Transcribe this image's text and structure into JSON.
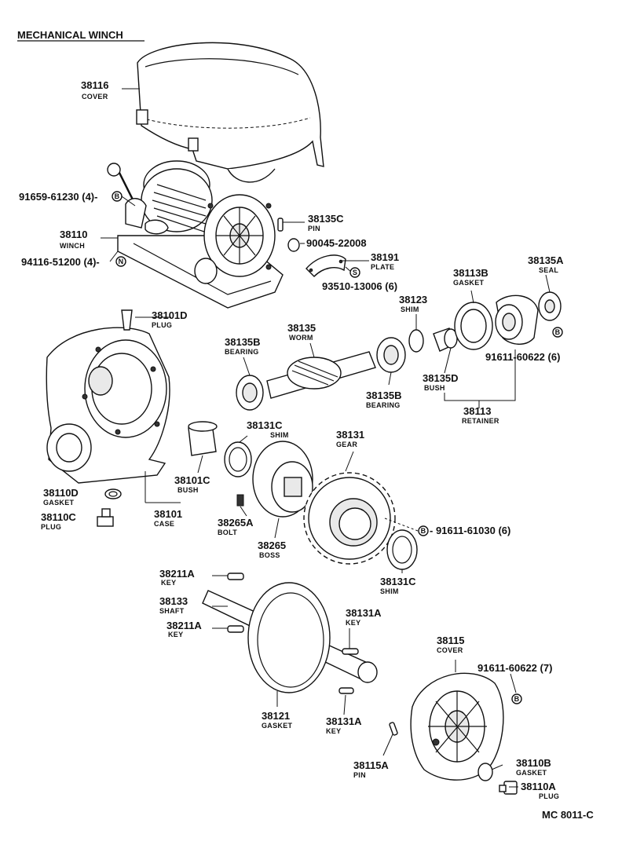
{
  "title": "MECHANICAL WINCH",
  "ref_code": "MC 8011-C",
  "parts": {
    "p38116": {
      "num": "38116",
      "name": "COVER"
    },
    "p91659": {
      "num": "91659-61230 (4)-",
      "sym": "B"
    },
    "p38110": {
      "num": "38110",
      "name": "WINCH"
    },
    "p94116": {
      "num": "94116-51200 (4)-",
      "sym": "N"
    },
    "p38135C": {
      "num": "38135C",
      "name": "PIN"
    },
    "p90045": {
      "num": "90045-22008"
    },
    "p38191": {
      "num": "38191",
      "name": "PLATE"
    },
    "p93510": {
      "num": "93510-13006 (6)",
      "sym": "S"
    },
    "p38113B": {
      "num": "38113B",
      "name": "GASKET"
    },
    "p38135A": {
      "num": "38135A",
      "name": "SEAL"
    },
    "p38123": {
      "num": "38123",
      "name": "SHIM"
    },
    "p38101D": {
      "num": "38101D",
      "name": "PLUG"
    },
    "p38135": {
      "num": "38135",
      "name": "WORM"
    },
    "p38135B_l": {
      "num": "38135B",
      "name": "BEARING"
    },
    "p38135B_r": {
      "num": "38135B",
      "name": "BEARING"
    },
    "p38135D": {
      "num": "38135D",
      "name": "BUSH"
    },
    "p91611_622_6": {
      "num": "91611-60622 (6)",
      "sym": "B"
    },
    "p38113": {
      "num": "38113",
      "name": "RETAINER"
    },
    "p38131C_top": {
      "num": "38131C",
      "name": "SHIM"
    },
    "p38131": {
      "num": "38131",
      "name": "GEAR"
    },
    "p38101C": {
      "num": "38101C",
      "name": "BUSH"
    },
    "p38110D": {
      "num": "38110D",
      "name": "GASKET"
    },
    "p38110C": {
      "num": "38110C",
      "name": "PLUG"
    },
    "p38101": {
      "num": "38101",
      "name": "CASE"
    },
    "p38265A": {
      "num": "38265A",
      "name": "BOLT"
    },
    "p38265": {
      "num": "38265",
      "name": "BOSS"
    },
    "p91611_030": {
      "num": "- 91611-61030 (6)",
      "sym": "B"
    },
    "p38131C_bot": {
      "num": "38131C",
      "name": "SHIM"
    },
    "p38211A_top": {
      "num": "38211A",
      "name": "KEY"
    },
    "p38133": {
      "num": "38133",
      "name": "SHAFT"
    },
    "p38211A_bot": {
      "num": "38211A",
      "name": "KEY"
    },
    "p38131A_top": {
      "num": "38131A",
      "name": "KEY"
    },
    "p38115": {
      "num": "38115",
      "name": "COVER"
    },
    "p91611_622_7": {
      "num": "91611-60622 (7)",
      "sym": "B"
    },
    "p38121": {
      "num": "38121",
      "name": "GASKET"
    },
    "p38131A_bot": {
      "num": "38131A",
      "name": "KEY"
    },
    "p38115A": {
      "num": "38115A",
      "name": "PIN"
    },
    "p38110B": {
      "num": "38110B",
      "name": "GASKET"
    },
    "p38110A": {
      "num": "38110A",
      "name": "PLUG"
    }
  }
}
